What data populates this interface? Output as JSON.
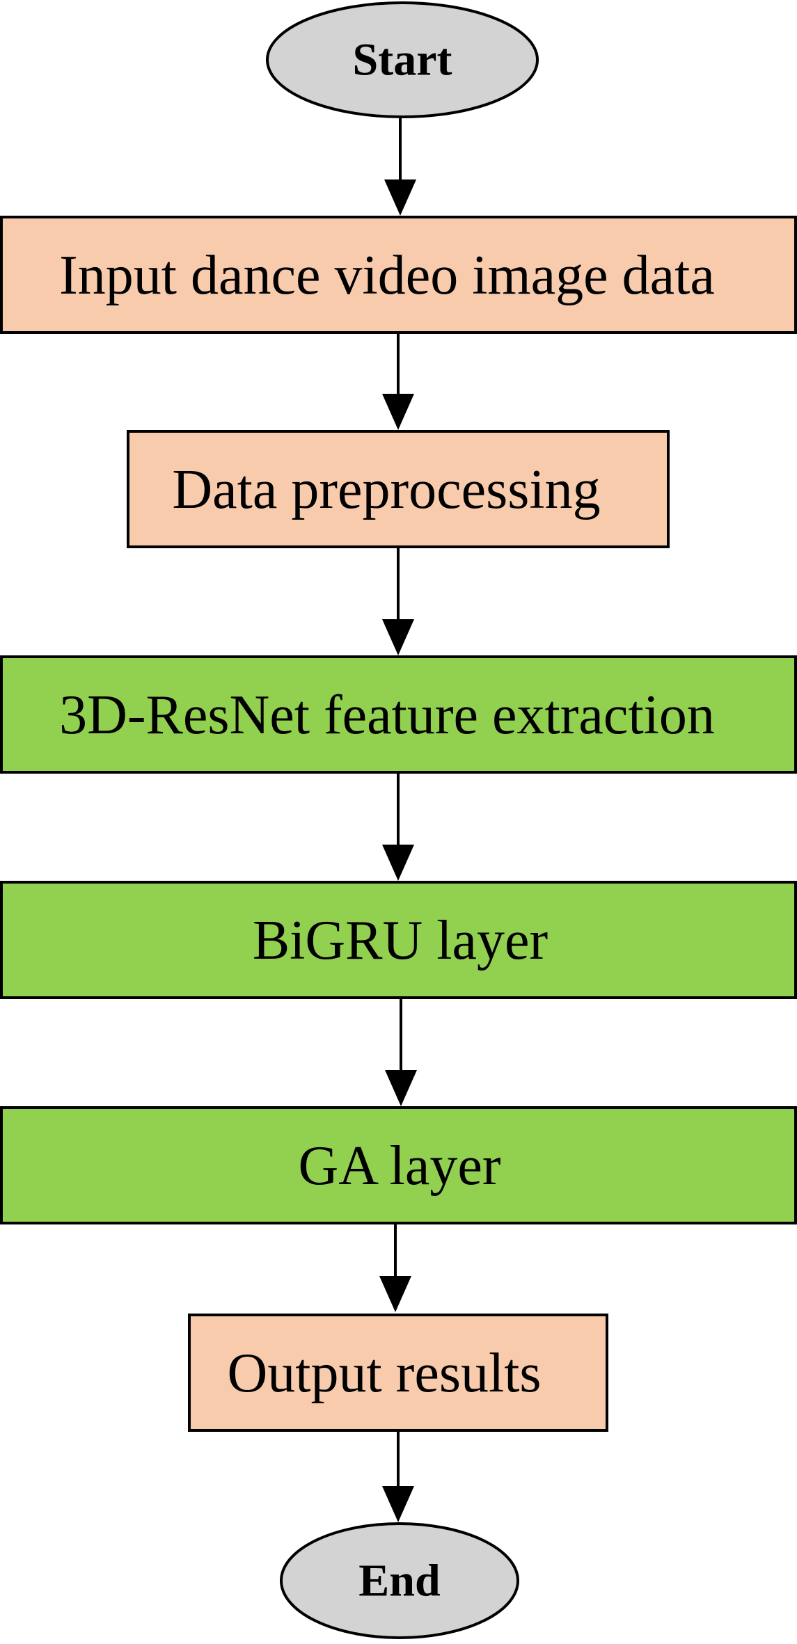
{
  "diagram": {
    "type": "flowchart",
    "colors": {
      "terminal_fill": "#d3d3d3",
      "io_fill": "#f8cbad",
      "model_fill": "#92d050",
      "stroke": "#000000"
    },
    "nodes": [
      {
        "id": "start",
        "label": "Start",
        "shape": "ellipse",
        "fill_role": "terminal"
      },
      {
        "id": "input",
        "label": "Input dance video image data",
        "shape": "rect",
        "fill_role": "io"
      },
      {
        "id": "preprocess",
        "label": "Data preprocessing",
        "shape": "rect",
        "fill_role": "io"
      },
      {
        "id": "resnet",
        "label": "3D-ResNet feature extraction",
        "shape": "rect",
        "fill_role": "model"
      },
      {
        "id": "bigru",
        "label": "BiGRU layer",
        "shape": "rect",
        "fill_role": "model"
      },
      {
        "id": "ga",
        "label": "GA layer",
        "shape": "rect",
        "fill_role": "model"
      },
      {
        "id": "output",
        "label": "Output results",
        "shape": "rect",
        "fill_role": "io"
      },
      {
        "id": "end",
        "label": "End",
        "shape": "ellipse",
        "fill_role": "terminal"
      }
    ],
    "edges": [
      {
        "from": "start",
        "to": "input"
      },
      {
        "from": "input",
        "to": "preprocess"
      },
      {
        "from": "preprocess",
        "to": "resnet"
      },
      {
        "from": "resnet",
        "to": "bigru"
      },
      {
        "from": "bigru",
        "to": "ga"
      },
      {
        "from": "ga",
        "to": "output"
      },
      {
        "from": "output",
        "to": "end"
      }
    ]
  }
}
